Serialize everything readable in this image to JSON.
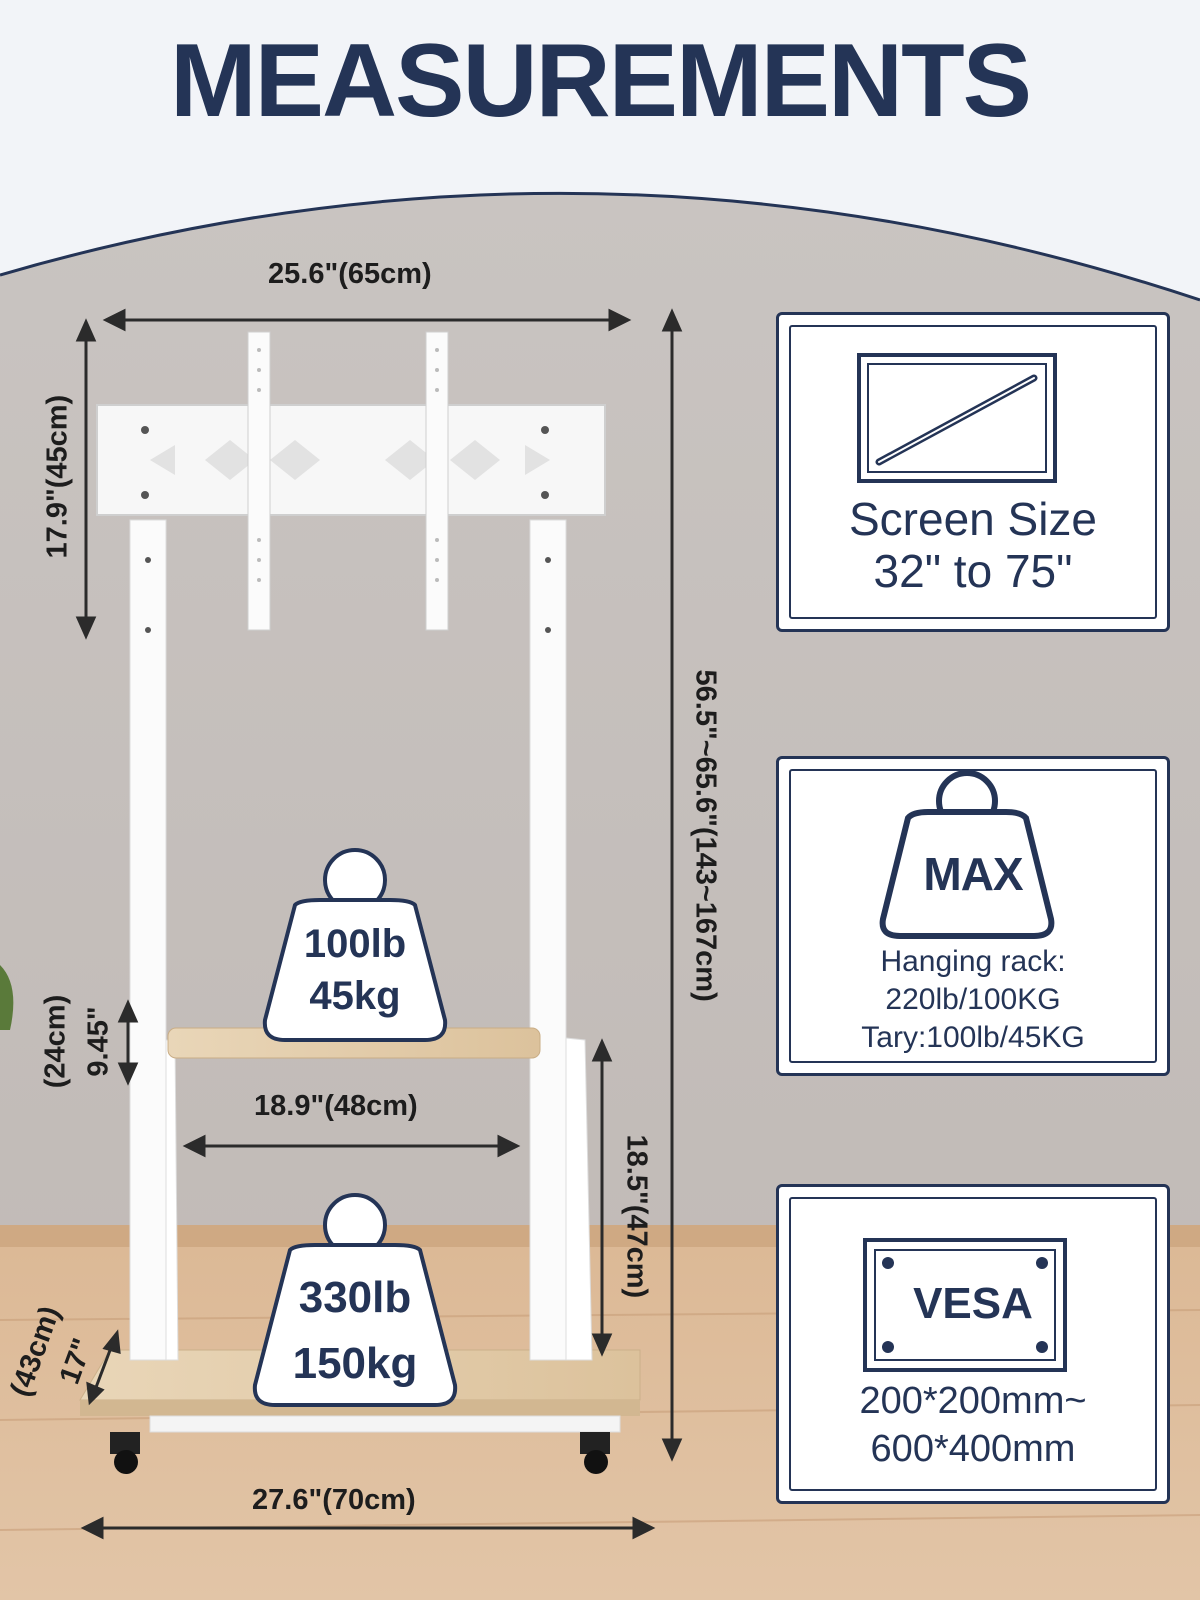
{
  "title": "MEASUREMENTS",
  "dimensions": {
    "top_width": "25.6\"(65cm)",
    "mount_height": "17.9\"(45cm)",
    "total_height": "56.5\"~65.6\"(143~167cm)",
    "tray_gap_in": "9.45\"",
    "tray_gap_cm": "(24cm)",
    "tray_width": "18.9\"(48cm)",
    "lower_height": "18.5\"(47cm)",
    "base_depth_in": "17\"",
    "base_depth_cm": "(43cm)",
    "base_width": "27.6\"(70cm)"
  },
  "weights": {
    "tray": {
      "lb": "100lb",
      "kg": "45kg"
    },
    "base": {
      "lb": "330lb",
      "kg": "150kg"
    }
  },
  "cards": {
    "screen": {
      "icon": "tv-screen-icon",
      "line1": "Screen Size",
      "line2": "32\" to 75\""
    },
    "max": {
      "icon": "weight-icon",
      "badge": "MAX",
      "line1": "Hanging rack:",
      "line2": "220lb/100KG",
      "line3": "Tary:100lb/45KG"
    },
    "vesa": {
      "icon": "vesa-plate-icon",
      "badge": "VESA",
      "line1": "200*200mm~",
      "line2": "600*400mm"
    }
  },
  "colors": {
    "navy": "#243456",
    "wood": "#e6cfae",
    "wall": "#c6c0bc",
    "floor": "#d9b493"
  }
}
